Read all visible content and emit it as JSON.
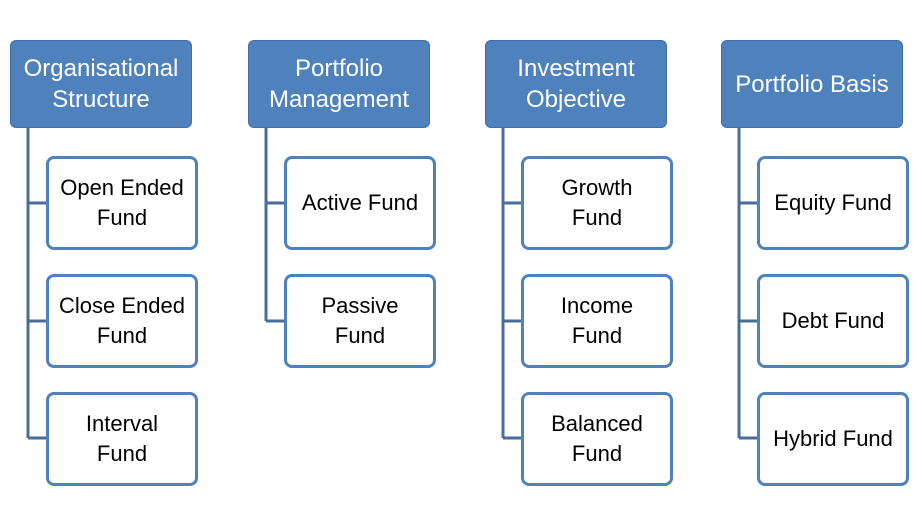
{
  "diagram": {
    "colors": {
      "header_fill": "#4f81bd",
      "header_text": "#ffffff",
      "child_border": "#4f81bd",
      "connector": "#4a6c99"
    },
    "columns": [
      {
        "title": "Organisational\nStructure",
        "items": [
          "Open Ended\nFund",
          "Close Ended\nFund",
          "Interval\nFund"
        ]
      },
      {
        "title": "Portfolio\nManagement",
        "items": [
          "Active Fund",
          "Passive\nFund"
        ]
      },
      {
        "title": "Investment\nObjective",
        "items": [
          "Growth\nFund",
          "Income\nFund",
          "Balanced\nFund"
        ]
      },
      {
        "title": "Portfolio Basis",
        "items": [
          "Equity Fund",
          "Debt Fund",
          "Hybrid Fund"
        ]
      }
    ]
  }
}
